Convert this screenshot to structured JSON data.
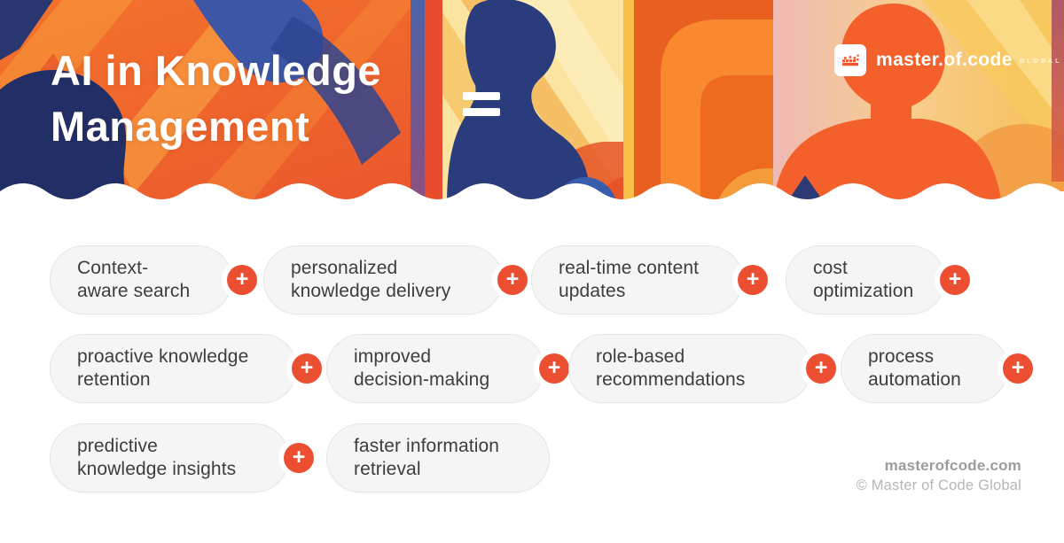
{
  "header": {
    "title": "AI in Knowledge\nManagement",
    "logo": {
      "name": "master.of.code",
      "suffix": "global",
      "icon": "crown-icon"
    }
  },
  "icons": {
    "plus": "+",
    "equals": "="
  },
  "tags": {
    "rows": [
      {
        "items": [
          {
            "label": "Context-\naware search",
            "plus": true
          },
          {
            "label": "personalized\nknowledge delivery",
            "plus": true
          },
          {
            "label": "real-time content\nupdates",
            "plus": true
          },
          {
            "label": "cost\noptimization",
            "plus": true
          }
        ]
      },
      {
        "items": [
          {
            "label": "proactive knowledge\nretention",
            "plus": true
          },
          {
            "label": "improved\ndecision-making",
            "plus": true
          },
          {
            "label": "role-based\nrecommendations",
            "plus": true
          },
          {
            "label": "process\nautomation",
            "plus": true
          }
        ]
      },
      {
        "items": [
          {
            "label": "predictive\nknowledge insights",
            "plus": true
          },
          {
            "label": "faster information\nretrieval",
            "plus": false
          }
        ]
      }
    ]
  },
  "footer": {
    "website": "masterofcode.com",
    "copyright": "© Master of Code Global"
  },
  "colors": {
    "accent": "#EC4E32",
    "pill_bg": "#F5F5F6",
    "pill_border": "#E5E5E7",
    "pill_text": "#3D3D3F",
    "navy": "#2B3C7D",
    "orange": "#EE6A22",
    "footer_text": "#9C9C9E"
  }
}
